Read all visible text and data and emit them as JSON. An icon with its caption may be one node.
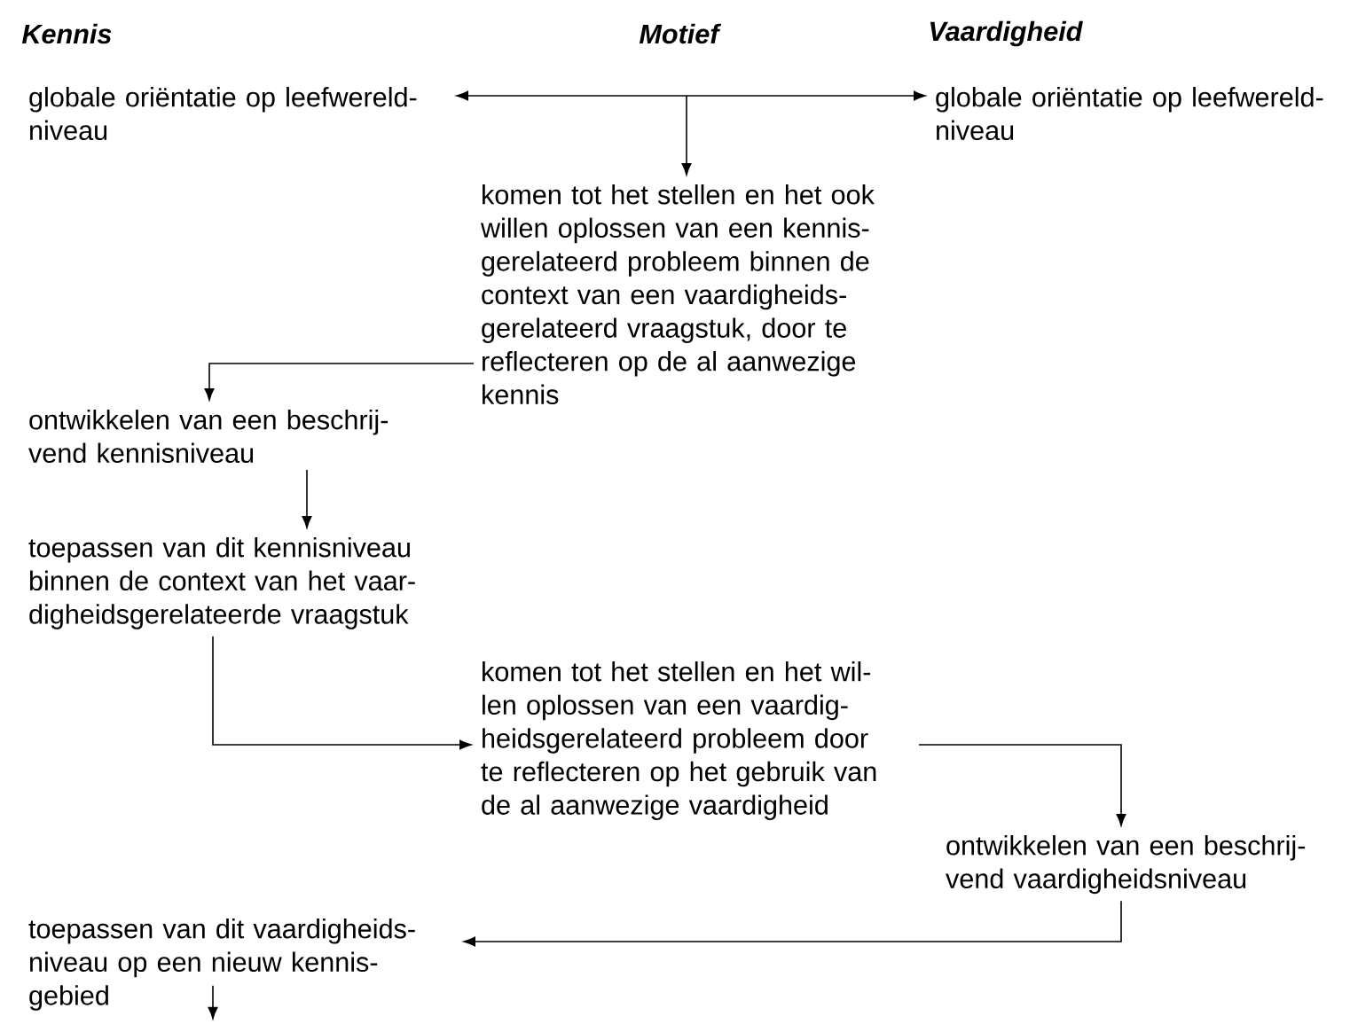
{
  "diagram": {
    "nodes": [
      {
        "text": [
          "globale oriëntatie op leefwereld- niveau"
        ]
      },
      {
        "text": [
          "globale oriëntatie op leefwereld- niveau"
        ]
      },
      {
        "text": [
          "komen tot het stellen en het ook willen oplossen van een kennis- gerelateerd probleem binnen de context van een vaardigheids- gerelateerd vraagstuk, door te reflecteren op de al aanwezige kennis"
        ]
      },
      {
        "text": [
          "ontwikkelen van een beschrij- vend kennisniveau"
        ]
      },
      {
        "text": [
          "toepassen van dit kennisniveau binnen de context van het vaar- digheidsgerelateerde vraagstuk"
        ]
      },
      {
        "text": [
          "komen tot het stellen en het wil- len oplossen van een vaardig- heidsgerelateerd probleem door te reflecteren op het gebruik van de al aanwezige vaardigheid"
        ]
      },
      {
        "text": [
          "ontwikkelen van een beschrij- vend vaardigheidsniveau"
        ]
      },
      {
        "text": [
          "toepassen van dit vaardigheids- niveau op een nieuw kennis- gebied"
        ]
      }
    ],
    "edges": [
      {
        "from": 0,
        "to": 1,
        "arrow": "both"
      },
      {
        "from": null,
        "to": 2,
        "arrow": "to"
      },
      {
        "from": 2,
        "to": 3,
        "arrow": "to"
      },
      {
        "from": 3,
        "to": 4,
        "arrow": "to"
      },
      {
        "from": 4,
        "to": 5,
        "arrow": "to"
      },
      {
        "from": 5,
        "to": 6,
        "arrow": "to"
      },
      {
        "from": 6,
        "to": 7,
        "arrow": "to"
      },
      {
        "from": 7,
        "to": null,
        "arrow": "to"
      }
    ],
    "labels": [
      "Kennis",
      "Motief",
      "Vaardigheid"
    ]
  }
}
